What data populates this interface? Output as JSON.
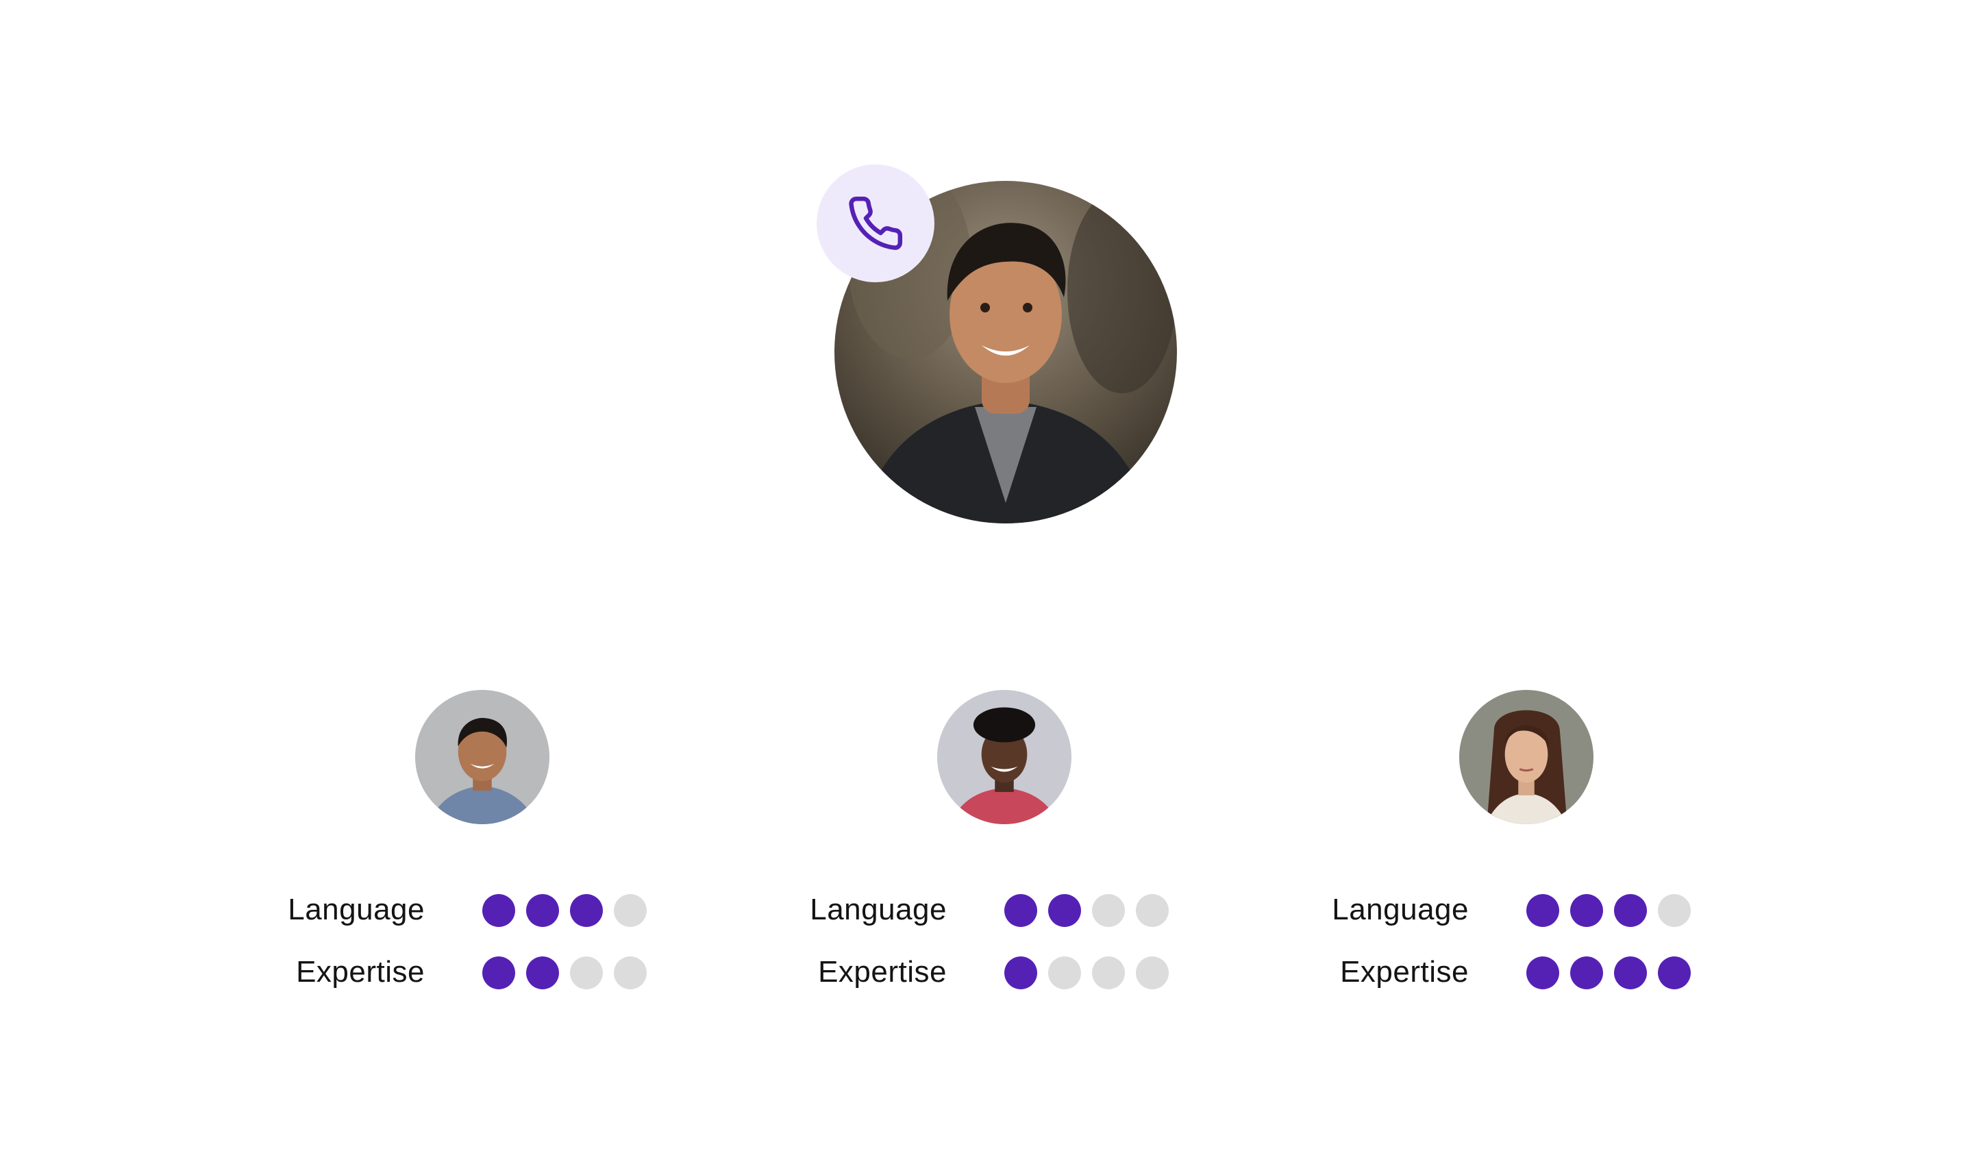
{
  "colors": {
    "accent": "#5521b5",
    "dot_off": "#dcdcdc",
    "badge_bg": "#efeafb"
  },
  "caller": {
    "avatar": "caller-avatar",
    "badge_icon": "phone-icon"
  },
  "agents": [
    {
      "avatar": "agent-avatar-1",
      "language": {
        "label": "Language",
        "level": 3,
        "max": 4
      },
      "expertise": {
        "label": "Expertise",
        "level": 2,
        "max": 4
      }
    },
    {
      "avatar": "agent-avatar-2",
      "language": {
        "label": "Language",
        "level": 2,
        "max": 4
      },
      "expertise": {
        "label": "Expertise",
        "level": 1,
        "max": 4
      }
    },
    {
      "avatar": "agent-avatar-3",
      "language": {
        "label": "Language",
        "level": 3,
        "max": 4
      },
      "expertise": {
        "label": "Expertise",
        "level": 4,
        "max": 4
      }
    }
  ]
}
